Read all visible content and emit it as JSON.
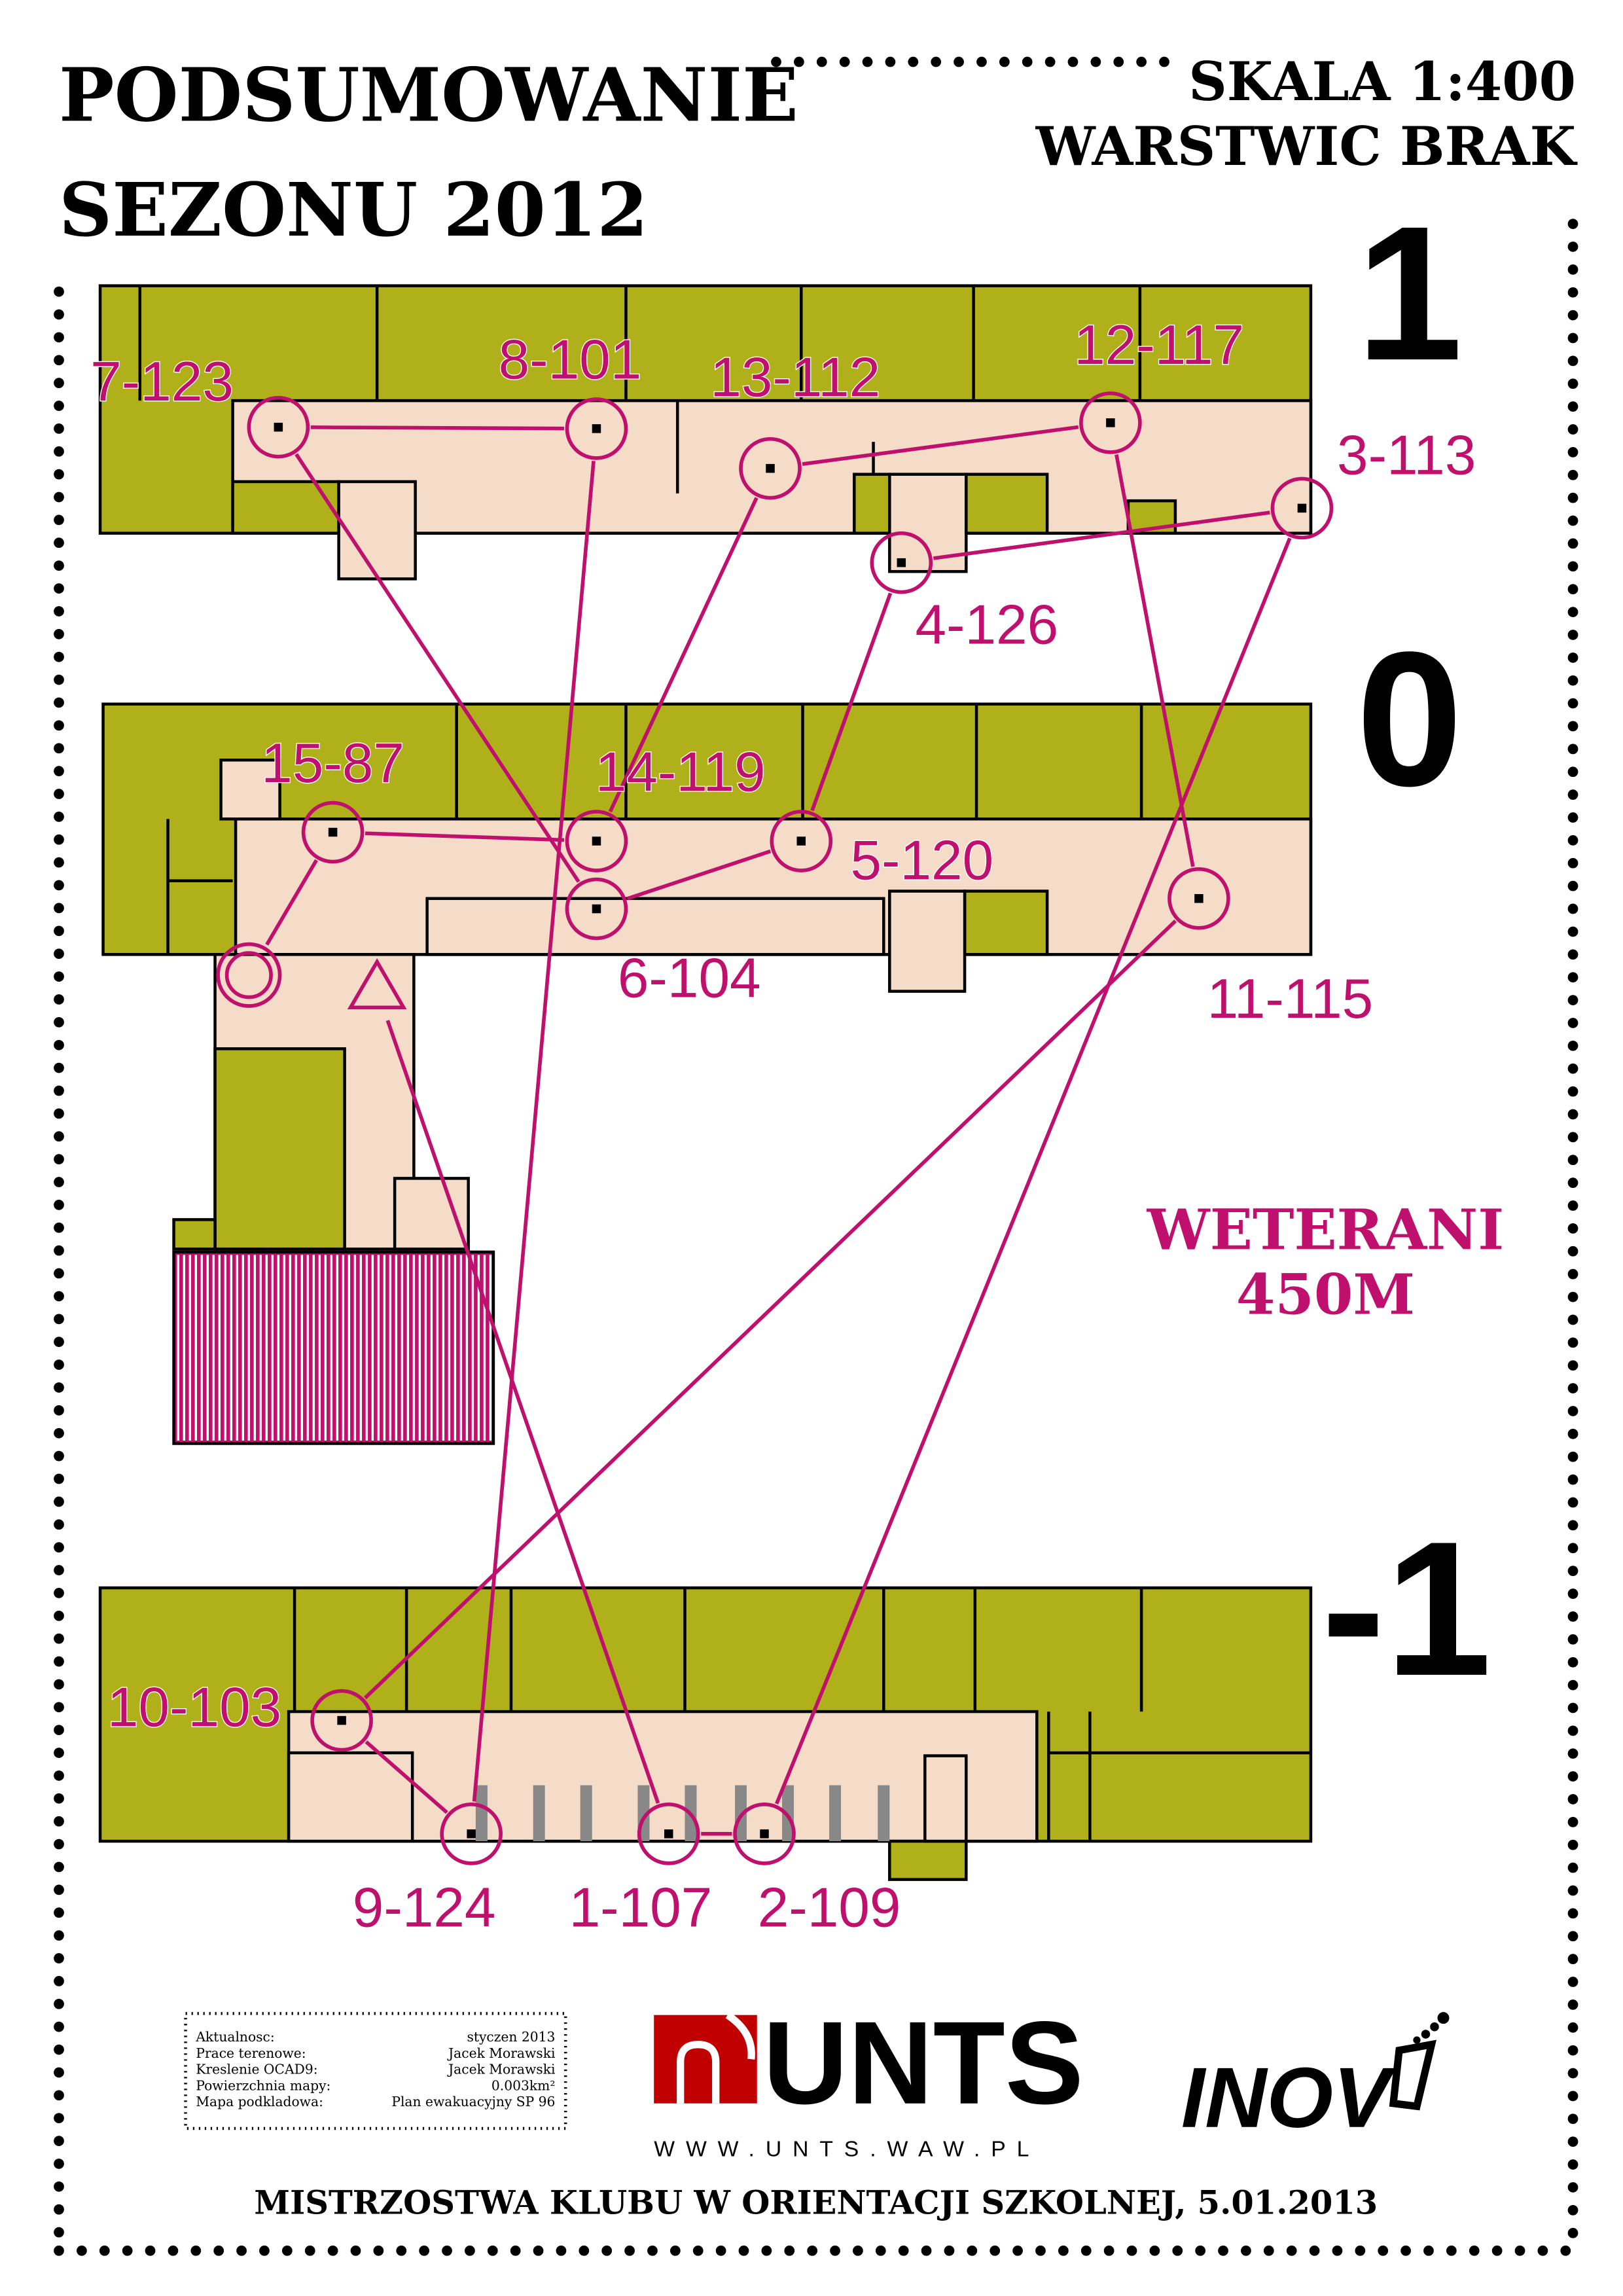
{
  "title": {
    "line1": "PODSUMOWANIE",
    "line2": "SEZONU 2012"
  },
  "scale": {
    "line1": "SKALA 1:400",
    "line2": "WARSTWIC BRAK"
  },
  "floors": [
    "1",
    "0",
    "-1"
  ],
  "category": {
    "name": "WETERANI",
    "length": "450M"
  },
  "controls": [
    "1-107",
    "2-109",
    "3-113",
    "4-126",
    "5-120",
    "6-104",
    "7-123",
    "8-101",
    "9-124",
    "10-103",
    "11-115",
    "12-117",
    "13-112",
    "14-119",
    "15-87"
  ],
  "info_box": {
    "rows": [
      {
        "label": "Aktualnosc:",
        "value": "styczen 2013"
      },
      {
        "label": "Prace terenowe:",
        "value": "Jacek Morawski"
      },
      {
        "label": "Kreslenie OCAD9:",
        "value": "Jacek Morawski"
      },
      {
        "label": "Powierzchnia mapy:",
        "value": "0.003km²"
      },
      {
        "label": "Mapa podkladowa:",
        "value": "Plan ewakuacyjny SP 96"
      }
    ]
  },
  "logos": {
    "unts": "UNTS",
    "unts_url": "WWW.UNTS.WAW.PL",
    "inov": "INOV"
  },
  "footer": "MISTRZOSTWA KLUBU W ORIENTACJI SZKOLNEJ, 5.01.2013",
  "colors": {
    "course": "#c0106e",
    "room": "#b0b11a",
    "corridor": "#f5dcc8",
    "unts_red": "#c00000"
  }
}
